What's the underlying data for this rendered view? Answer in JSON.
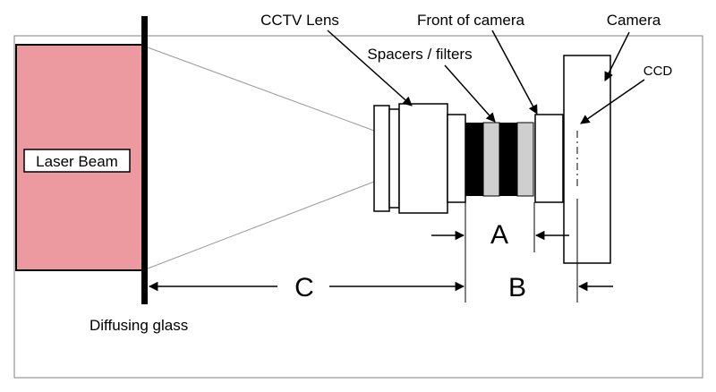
{
  "labels": {
    "cctv_lens": "CCTV Lens",
    "front_of_camera": "Front of camera",
    "camera": "Camera",
    "spacers_filters": "Spacers / filters",
    "ccd": "CCD",
    "laser_beam": "Laser Beam",
    "diffusing_glass": "Diffusing glass",
    "dim_a": "A",
    "dim_b": "B",
    "dim_c": "C"
  },
  "colors": {
    "laser_fill": "#ec9aa0",
    "spacer_light": "#cfcfcf",
    "spacer_dark": "#000000"
  }
}
